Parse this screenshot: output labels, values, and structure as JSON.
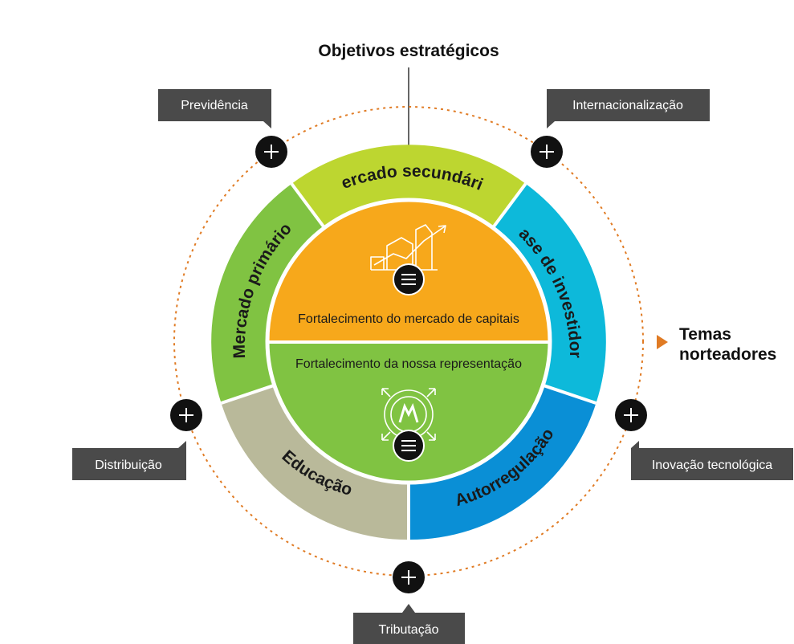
{
  "title": "Objetivos estratégicos",
  "side_label": {
    "line1": "Temas",
    "line2": "norteadores"
  },
  "core": {
    "top_label": "Fortalecimento do mercado de capitais",
    "bottom_label": "Fortalecimento da nossa representação",
    "top_color": "#f7a81b",
    "bottom_color": "#80c342"
  },
  "segments": [
    {
      "label": "Mercado secundário",
      "color": "#bdd630"
    },
    {
      "label": "Base de investidores",
      "color": "#0db9da"
    },
    {
      "label": "Autorregulação",
      "color": "#0a8fd6"
    },
    {
      "label": "Educação",
      "color": "#b9b99a"
    },
    {
      "label": "Mercado primário",
      "color": "#80c342"
    }
  ],
  "themes": [
    {
      "label": "Previdência"
    },
    {
      "label": "Internacionalização"
    },
    {
      "label": "Inovação tecnológica"
    },
    {
      "label": "Tributação"
    },
    {
      "label": "Distribuição"
    }
  ],
  "colors": {
    "accent_orange": "#e07b24",
    "tag_bg": "#4a4a4a",
    "node_bg": "#111111"
  },
  "icons": {
    "plus": "plus-icon",
    "menu": "menu-icon",
    "growth": "growth-chart-icon",
    "logo": "anbima-logo-icon"
  }
}
